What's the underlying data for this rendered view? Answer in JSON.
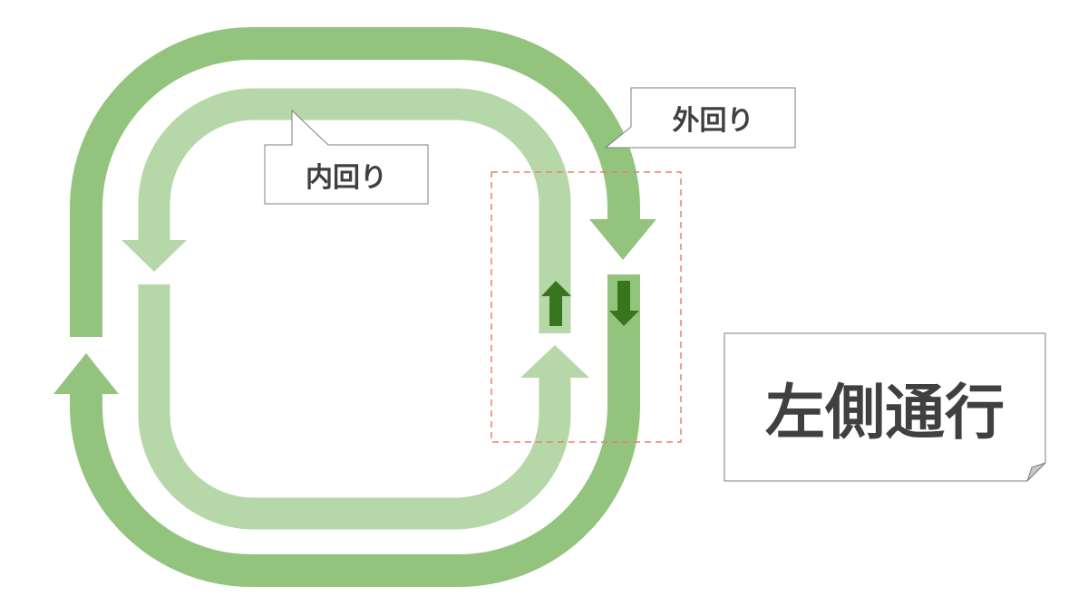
{
  "labels": {
    "outer": "外回り",
    "inner": "内回り",
    "title": "左側通行"
  },
  "colors": {
    "outer_loop": "#93c47d",
    "inner_loop": "#b6d7a8",
    "direction_arrow": "#38761d",
    "highlight_box": "#e8826f",
    "text": "#404040",
    "border": "#7f7f7f"
  }
}
